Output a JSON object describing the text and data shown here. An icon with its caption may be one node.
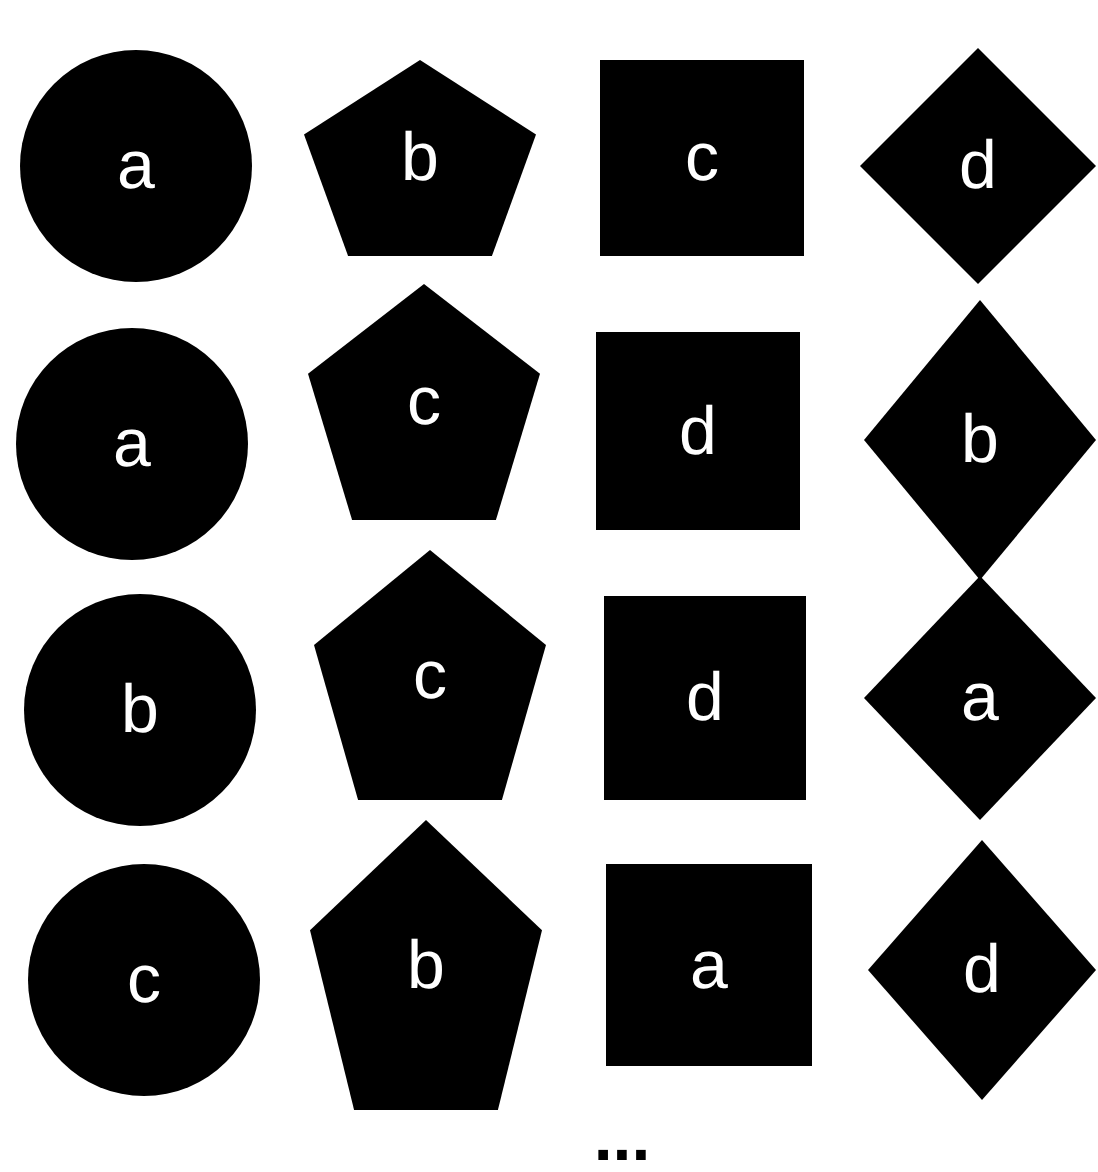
{
  "diagram": {
    "nodes": [
      {
        "text": [
          "a"
        ]
      },
      {
        "text": [
          "b"
        ]
      },
      {
        "text": [
          "c"
        ]
      },
      {
        "text": [
          "d"
        ]
      },
      {
        "text": [
          "a"
        ]
      },
      {
        "text": [
          "c"
        ]
      },
      {
        "text": [
          "d"
        ]
      },
      {
        "text": [
          "b"
        ]
      },
      {
        "text": [
          "b"
        ]
      },
      {
        "text": [
          "c"
        ]
      },
      {
        "text": [
          "d"
        ]
      },
      {
        "text": [
          "a"
        ]
      },
      {
        "text": [
          "c"
        ]
      },
      {
        "text": [
          "b"
        ]
      },
      {
        "text": [
          "a"
        ]
      },
      {
        "text": [
          "d"
        ]
      }
    ],
    "edges": [],
    "labels": [
      "..."
    ]
  }
}
